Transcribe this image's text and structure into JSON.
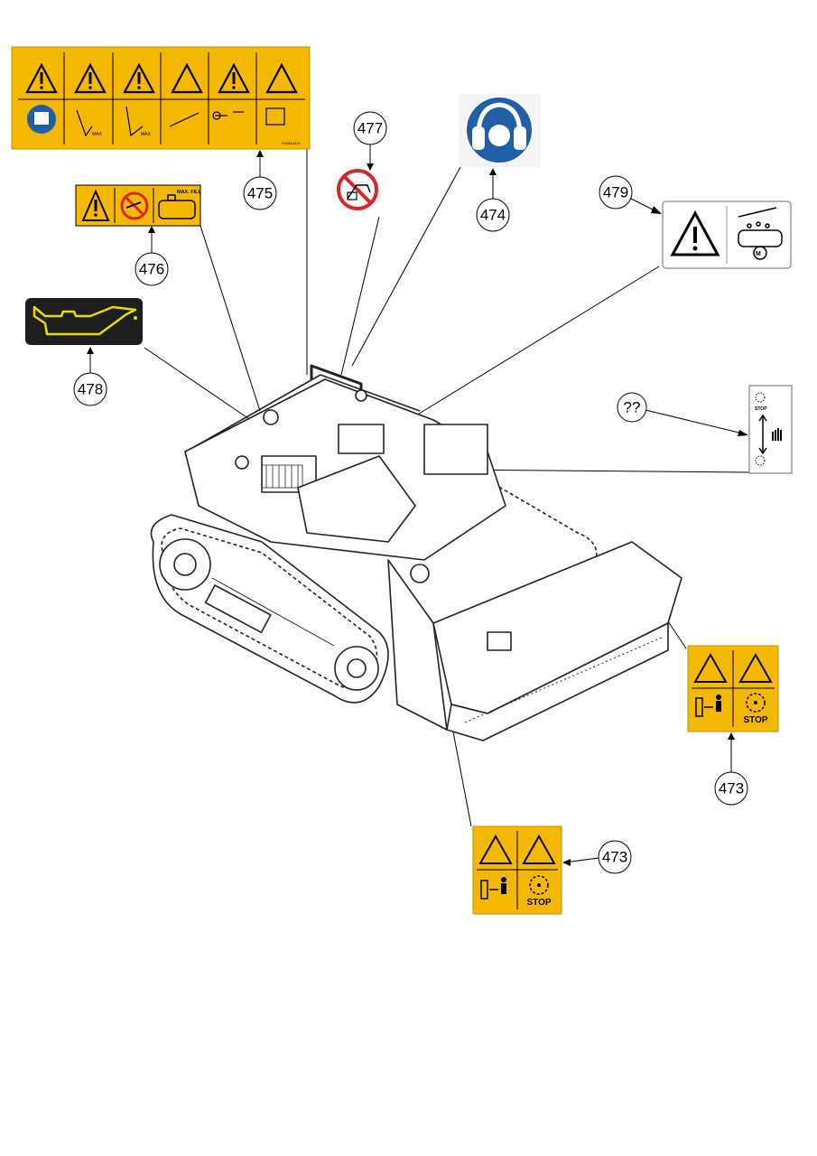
{
  "callouts": [
    {
      "id": "c475",
      "label": "475"
    },
    {
      "id": "c476",
      "label": "476"
    },
    {
      "id": "c477",
      "label": "477"
    },
    {
      "id": "c474",
      "label": "474"
    },
    {
      "id": "c479",
      "label": "479"
    },
    {
      "id": "c478",
      "label": "478"
    },
    {
      "id": "c_unknown",
      "label": "??"
    },
    {
      "id": "c473a",
      "label": "473"
    },
    {
      "id": "c473b",
      "label": "473"
    }
  ],
  "decals": {
    "d475": {
      "code": "G00814421",
      "max_text": "MAX"
    },
    "d476": {
      "max_fill": "MAX. FILL"
    },
    "d473": {
      "stop": "STOP"
    },
    "d_unknown": {
      "stop": "STOP"
    }
  },
  "colors": {
    "decal_yellow": "#F5B800",
    "safety_blue": "#1F5FA8",
    "prohibit_red": "#D62828",
    "oil_decal_bg": "#1E1E1E",
    "oil_decal_fg": "#E6E000"
  },
  "icons": [
    "warning-triangle-icon",
    "manual-icon",
    "hearing-protection-icon",
    "no-hand-icon",
    "no-smoking-icon",
    "oil-can-icon",
    "stop-rotation-icon",
    "keep-distance-icon"
  ]
}
